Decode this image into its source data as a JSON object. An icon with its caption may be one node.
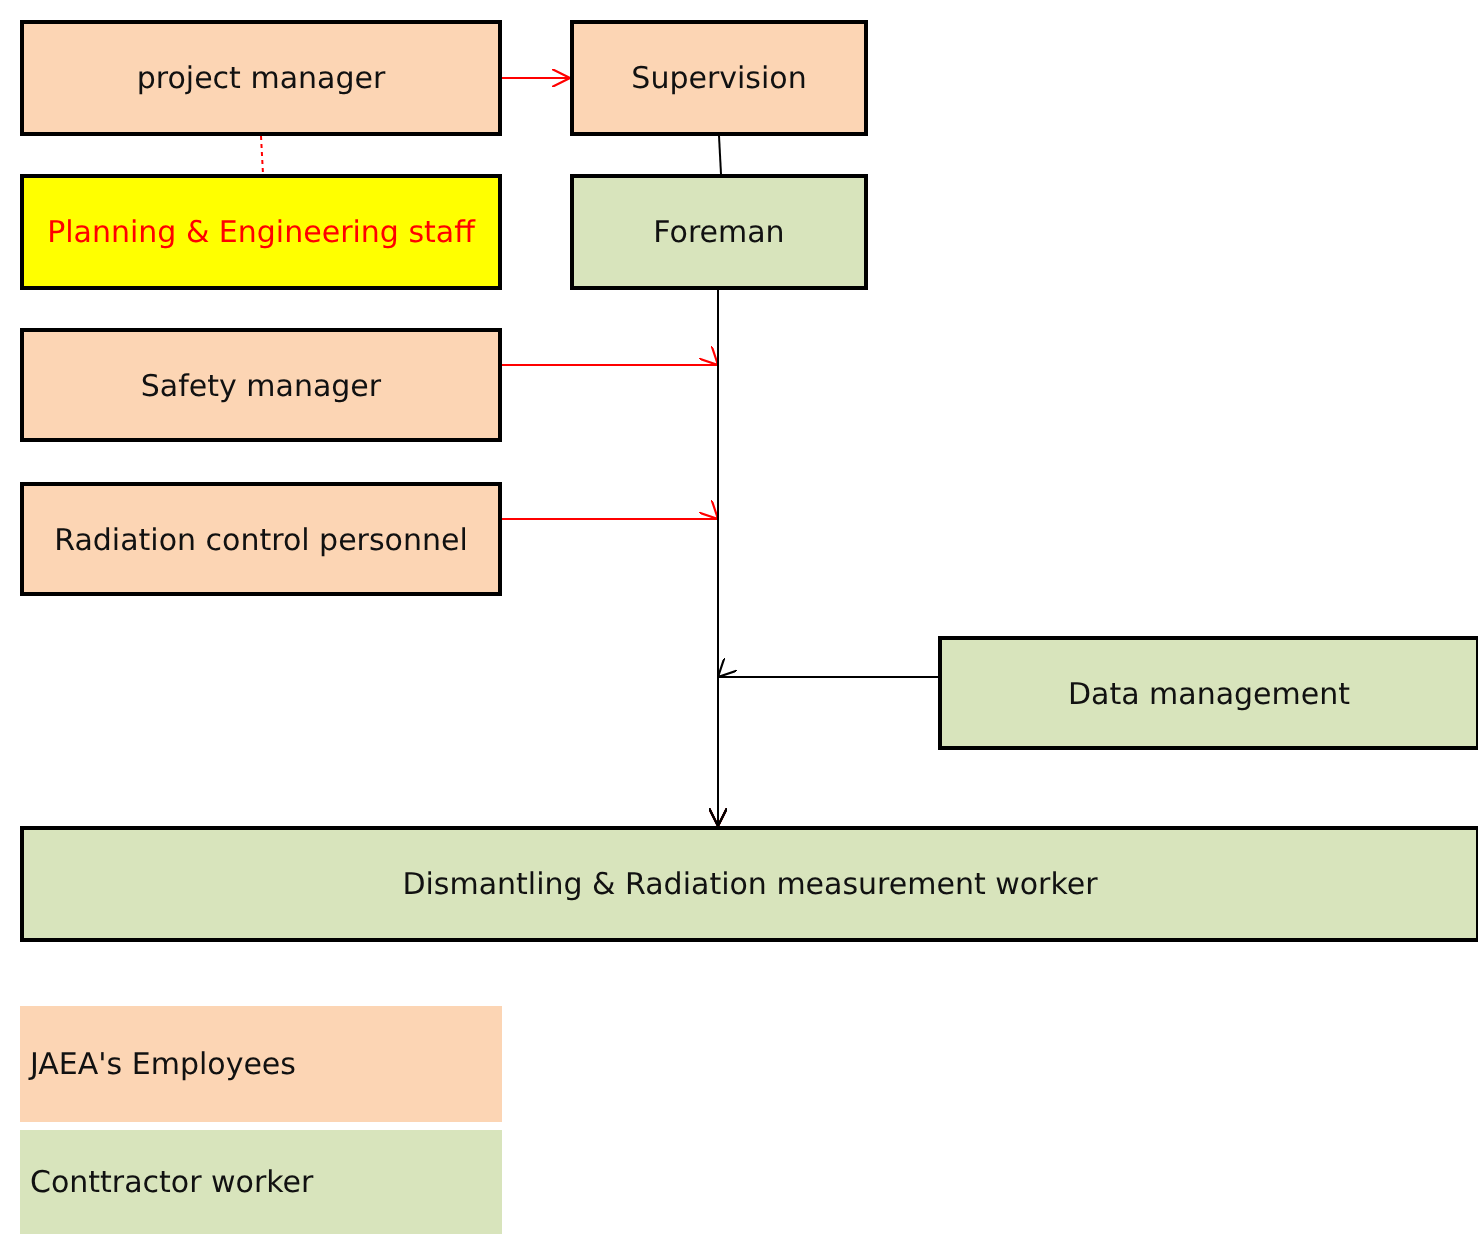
{
  "diagram": {
    "nodes": [
      {
        "text": [
          "project manager"
        ]
      },
      {
        "text": [
          "Supervision"
        ]
      },
      {
        "text": [
          "Planning & Engineering staff"
        ]
      },
      {
        "text": [
          "Foreman"
        ]
      },
      {
        "text": [
          "Safety manager"
        ]
      },
      {
        "text": [
          "Radiation control personnel"
        ]
      },
      {
        "text": [
          "Data management"
        ]
      },
      {
        "text": [
          "Dismantling & Radiation measurement worker"
        ]
      }
    ],
    "edges": [
      {
        "from": 0,
        "to": 1,
        "arrow": "to"
      },
      {
        "from": 0,
        "to": 2,
        "arrow": "none",
        "style": "dashed"
      },
      {
        "from": 1,
        "to": 3,
        "arrow": "none",
        "color": "#000000"
      },
      {
        "from": 3,
        "to": 7,
        "arrow": "to",
        "color": "#000000"
      },
      {
        "from": 4,
        "to": 7,
        "arrow": "to"
      },
      {
        "from": 5,
        "to": 7,
        "arrow": "to"
      },
      {
        "from": 6,
        "to": 7,
        "arrow": "to",
        "color": "#000000"
      }
    ],
    "legend": [
      {
        "text": "JAEA's Employees",
        "color": "#fcd5b4"
      },
      {
        "text": "Conttractor worker",
        "color": "#d8e4bc"
      }
    ]
  }
}
